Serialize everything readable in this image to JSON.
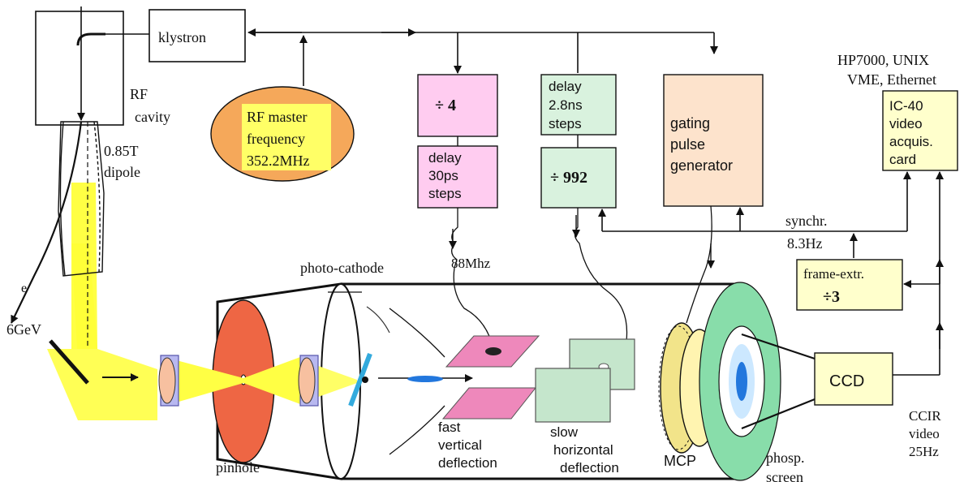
{
  "colors": {
    "beam": "#ffff33",
    "beam_dim": "#f2f24a",
    "pink_box": "#ffccf0",
    "green_box": "#d9f2de",
    "peach_box": "#fde3cc",
    "yellow_box": "#ffffcc",
    "rf_ellipse": "#f5a85a",
    "rf_label_bg": "#ffff66",
    "pinhole": "#ee6644",
    "deflector_pink": "#ee88bb",
    "deflector_green": "#bfe0c8",
    "phosphor": "#88ddaa",
    "lens_rim": "#8888dd",
    "lens": "#f7c0a0",
    "electron": "#2277dd",
    "mcp": "#f2e48a"
  },
  "labels": {
    "klystron": "klystron",
    "rf_cavity_1": "RF",
    "rf_cavity_2": "cavity",
    "dipole_1": "0.85T",
    "dipole_2": "dipole",
    "electron": "e",
    "energy": "6GeV",
    "rf_master_1": "RF master",
    "rf_master_2": "frequency",
    "rf_master_3": "352.2MHz",
    "div4": "÷ 4",
    "delay30_1": "delay",
    "delay30_2": "30ps",
    "delay30_3": "steps",
    "delay28_1": "delay",
    "delay28_2": "2.8ns",
    "delay28_3": "steps",
    "div992": "÷ 992",
    "gating_1": "gating",
    "gating_2": "pulse",
    "gating_3": "generator",
    "hp_1": "HP7000, UNIX",
    "hp_2": "VME, Ethernet",
    "ic40_1": "IC-40",
    "ic40_2": "video",
    "ic40_3": "acquis.",
    "ic40_4": "card",
    "synchr_1": "synchr.",
    "synchr_2": "8.3Hz",
    "frame_extr": "frame-extr.",
    "div3": "÷3",
    "mhz88": "88Mhz",
    "photocathode": "photo-cathode",
    "pinhole": "pinhole",
    "fast_1": "fast",
    "fast_2": "vertical",
    "fast_3": "deflection",
    "slow_1": "slow",
    "slow_2": "horizontal",
    "slow_3": "deflection",
    "mcp": "MCP",
    "phosp_1": "phosp.",
    "phosp_2": "screen",
    "ccd": "CCD",
    "ccir_1": "CCIR",
    "ccir_2": "video",
    "ccir_3": "25Hz"
  }
}
